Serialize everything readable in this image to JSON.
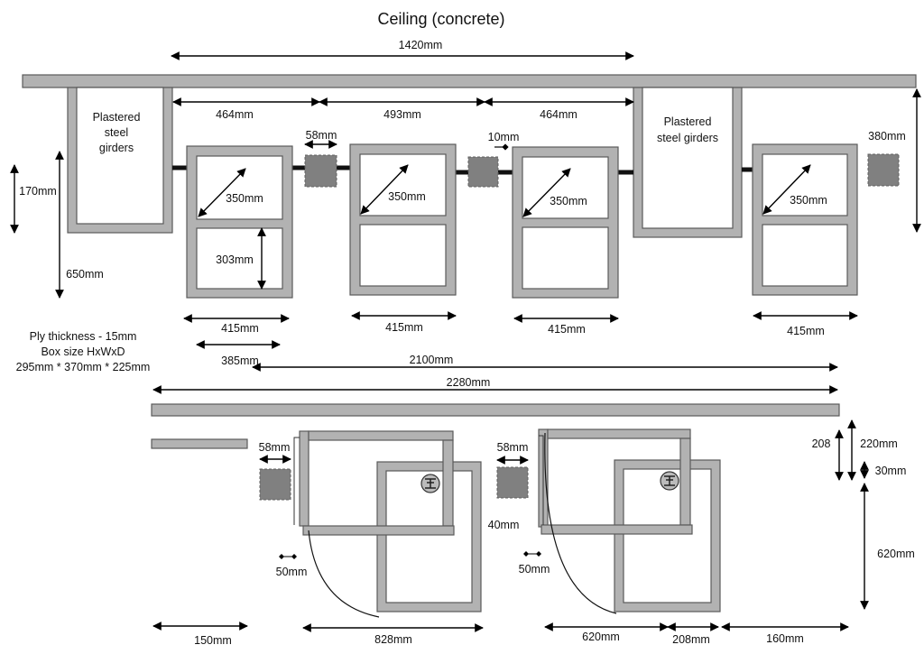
{
  "title": "Ceiling (concrete)",
  "girder_label_left": [
    "Plastered",
    "steel",
    "girders"
  ],
  "girder_label_right": [
    "Plastered",
    "steel girders"
  ],
  "notes": [
    "Ply thickness - 15mm",
    "Box size HxWxD",
    "295mm * 370mm * 225mm"
  ],
  "dimensions": {
    "d1420": "1420mm",
    "d464a": "464mm",
    "d493": "493mm",
    "d464b": "464mm",
    "d58top": "58mm",
    "d10": "10mm",
    "d380": "380mm",
    "d170": "170mm",
    "d650": "650mm",
    "d350a": "350mm",
    "d350b": "350mm",
    "d350c": "350mm",
    "d350d": "350mm",
    "d303": "303mm",
    "d415a": "415mm",
    "d415b": "415mm",
    "d415c": "415mm",
    "d415d": "415mm",
    "d385": "385mm",
    "d2100": "2100mm",
    "d2280": "2280mm",
    "d58a": "58mm",
    "d58b": "58mm",
    "d40": "40mm",
    "d50a": "50mm",
    "d50b": "50mm",
    "d208a": "208",
    "d220": "220mm",
    "d30": "30mm",
    "d620a": "620mm",
    "d150": "150mm",
    "d828": "828mm",
    "d620b": "620mm",
    "d208b": "208mm",
    "d160": "160mm"
  }
}
